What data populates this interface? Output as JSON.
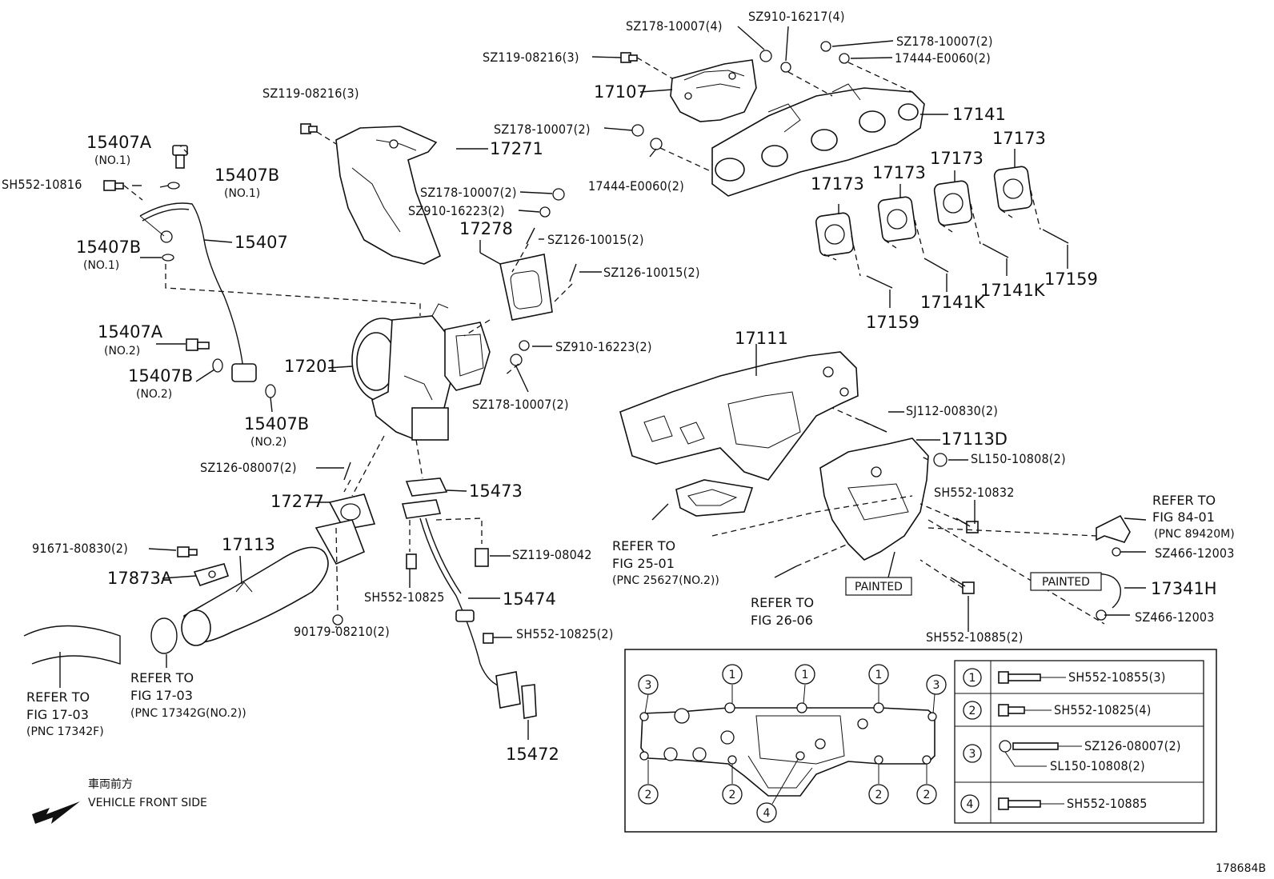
{
  "diagram_id": "178684B",
  "direction": {
    "label_jp": "車両前方",
    "label_en": "VEHICLE FRONT SIDE"
  },
  "labels": {
    "p17107": "17107",
    "p17141": "17141",
    "p17271": "17271",
    "p17278": "17278",
    "p17201": "17201",
    "p15407": "15407",
    "p15407A": "15407A",
    "p15407A_no1": "(NO.1)",
    "p15407A2": "15407A",
    "p15407A_no2": "(NO.2)",
    "p15407B1": "15407B",
    "p15407B1_no": "(NO.1)",
    "p15407B2": "15407B",
    "p15407B2_no": "(NO.1)",
    "p15407B3": "15407B",
    "p15407B3_no": "(NO.2)",
    "p15407B4": "15407B",
    "p15407B4_no": "(NO.2)",
    "p17173_a": "17173",
    "p17173_b": "17173",
    "p17173_c": "17173",
    "p17173_d": "17173",
    "p17159_a": "17159",
    "p17159_b": "17159",
    "p17141K_a": "17141K",
    "p17141K_b": "17141K",
    "p17111": "17111",
    "p17113D": "17113D",
    "p17277": "17277",
    "p17113": "17113",
    "p17873A": "17873A",
    "p15473": "15473",
    "p15474": "15474",
    "p15472": "15472",
    "p17341H": "17341H",
    "f_sz178_4": "SZ178-10007(4)",
    "f_sz910_4": "SZ910-16217(4)",
    "f_sz178_2a": "SZ178-10007(2)",
    "f_17444_a": "17444-E0060(2)",
    "f_sz119_3a": "SZ119-08216(3)",
    "f_sz119_3b": "SZ119-08216(3)",
    "f_sz178_2b": "SZ178-10007(2)",
    "f_17444_b": "17444-E0060(2)",
    "f_sz178_2c": "SZ178-10007(2)",
    "f_sz910_2a": "SZ910-16223(2)",
    "f_sz126_2a": "SZ126-10015(2)",
    "f_sz126_2b": "SZ126-10015(2)",
    "f_sz910_2b": "SZ910-16223(2)",
    "f_sz178_2d": "SZ178-10007(2)",
    "f_sh552_10816": "SH552-10816",
    "f_sj112": "SJ112-00830(2)",
    "f_sl150": "SL150-10808(2)",
    "f_sh552_10832": "SH552-10832",
    "f_sz466_a": "SZ466-12003",
    "f_sz466_b": "SZ466-12003",
    "f_sh552_10885_2": "SH552-10885(2)",
    "f_sz126_08007": "SZ126-08007(2)",
    "f_91671": "91671-80830(2)",
    "f_sz119_08042": "SZ119-08042",
    "f_sh552_10825": "SH552-10825",
    "f_sh552_10825_2": "SH552-10825(2)",
    "f_90179": "90179-08210(2)",
    "painted_a": "PAINTED",
    "painted_b": "PAINTED"
  },
  "references": {
    "r84_1": "REFER TO",
    "r84_2": "FIG 84-01",
    "r84_3": "(PNC 89420M)",
    "r25_1": "REFER TO",
    "r25_2": "FIG 25-01",
    "r25_3": "(PNC 25627(NO.2))",
    "r26_1": "REFER TO",
    "r26_2": "FIG 26-06",
    "r17a_1": "REFER TO",
    "r17a_2": "FIG 17-03",
    "r17a_3": "(PNC 17342F)",
    "r17b_1": "REFER TO",
    "r17b_2": "FIG 17-03",
    "r17b_3": "(PNC 17342G(NO.2))"
  },
  "legend": {
    "rows": [
      {
        "num": "1",
        "part": "SH552-10855(3)"
      },
      {
        "num": "2",
        "part": "SH552-10825(4)"
      },
      {
        "num": "3",
        "part": "SZ126-08007(2)",
        "part2": "SL150-10808(2)"
      },
      {
        "num": "4",
        "part": "SH552-10885"
      }
    ]
  },
  "inset_callouts": {
    "c1a": "1",
    "c1b": "1",
    "c1c": "1",
    "c3a": "3",
    "c3b": "3",
    "c2a": "2",
    "c2b": "2",
    "c2c": "2",
    "c2d": "2",
    "c4": "4"
  }
}
